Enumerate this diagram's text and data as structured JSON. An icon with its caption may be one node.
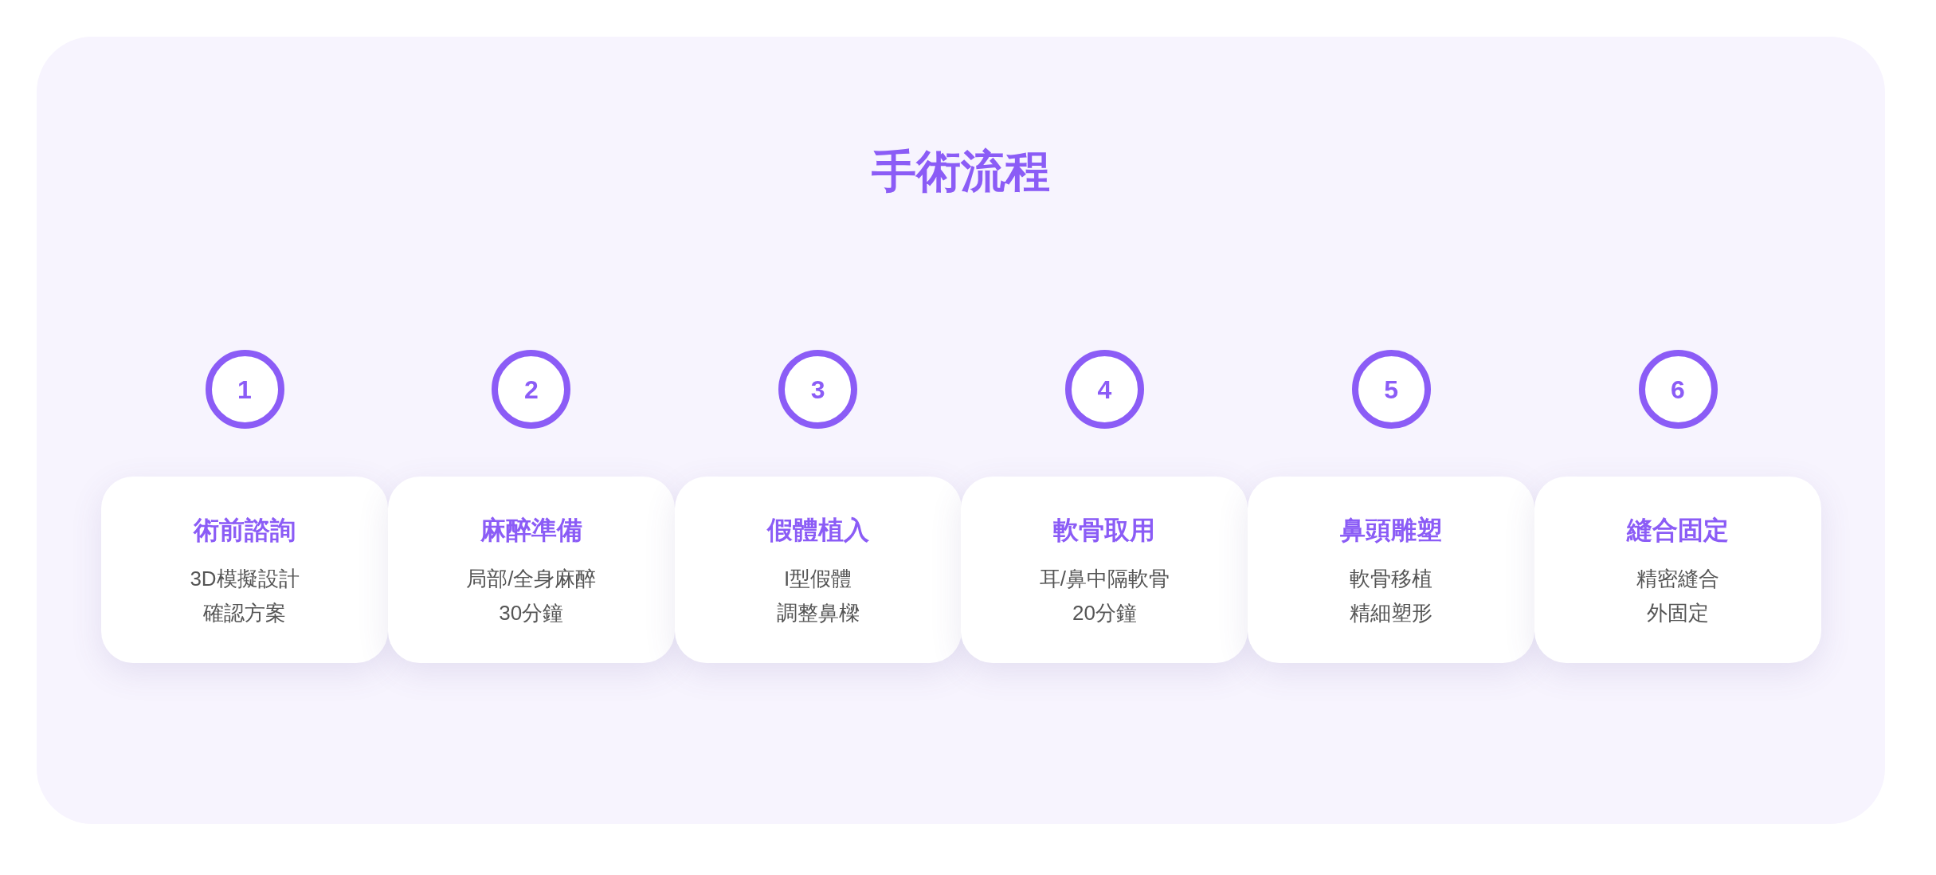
{
  "diagram": {
    "title": "手術流程",
    "nodes": [
      {
        "text": [
          "1"
        ]
      },
      {
        "text": [
          "2"
        ]
      },
      {
        "text": [
          "3"
        ]
      },
      {
        "text": [
          "4"
        ]
      },
      {
        "text": [
          "5"
        ]
      },
      {
        "text": [
          "6"
        ]
      },
      {
        "text": [
          "術前諮詢",
          "3D模擬設計",
          "確認方案"
        ]
      },
      {
        "text": [
          "麻醉準備",
          "局部/全身麻醉",
          "30分鐘"
        ]
      },
      {
        "text": [
          "假體植入",
          "I型假體",
          "調整鼻樑"
        ]
      },
      {
        "text": [
          "軟骨取用",
          "耳/鼻中隔軟骨",
          "20分鐘"
        ]
      },
      {
        "text": [
          "鼻頭雕塑",
          "軟骨移植",
          "精細塑形"
        ]
      },
      {
        "text": [
          "縫合固定",
          "精密縫合",
          "外固定"
        ]
      }
    ]
  }
}
